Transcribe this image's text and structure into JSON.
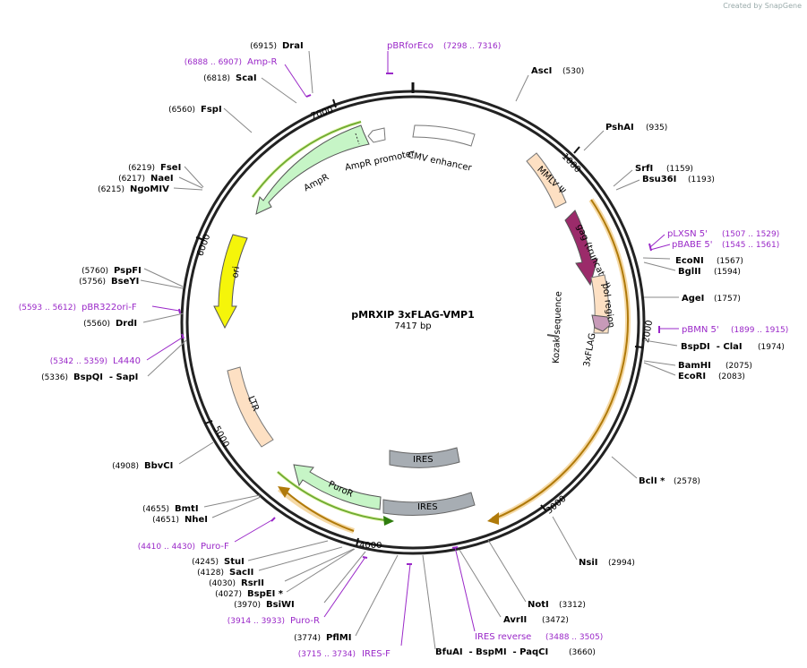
{
  "credit": "Created by  SnapGene",
  "plasmid": {
    "name": "pMRXIP 3xFLAG-VMP1",
    "size": "7417 bp",
    "length": 7417
  },
  "ticks": [
    "1000",
    "2000",
    "3000",
    "4000",
    "5000",
    "6000",
    "7000"
  ],
  "enzymes": [
    {
      "pos": "(530)",
      "name": "AscI"
    },
    {
      "pos": "(935)",
      "name": "PshAI"
    },
    {
      "pos": "(1159)",
      "name": "SrfI"
    },
    {
      "pos": "(1193)",
      "name": "Bsu36I"
    },
    {
      "pos": "(1567)",
      "name": "EcoNI"
    },
    {
      "pos": "(1594)",
      "name": "BglII"
    },
    {
      "pos": "(1757)",
      "name": "AgeI"
    },
    {
      "pos": "(1974)",
      "name": "BspDI  - ClaI"
    },
    {
      "pos": "(2075)",
      "name": "BamHI"
    },
    {
      "pos": "(2083)",
      "name": "EcoRI"
    },
    {
      "pos": "(2578)",
      "name": "BclI *"
    },
    {
      "pos": "(2994)",
      "name": "NsiI"
    },
    {
      "pos": "(3312)",
      "name": "NotI"
    },
    {
      "pos": "(3472)",
      "name": "AvrII"
    },
    {
      "pos": "(3660)",
      "name": "BfuAI  - BspMI  - PaqCI"
    },
    {
      "pos": "(3774)",
      "name": "PflMI"
    },
    {
      "pos": "(3970)",
      "name": "BsiWI"
    },
    {
      "pos": "(4027)",
      "name": "BspEI *"
    },
    {
      "pos": "(4030)",
      "name": "RsrII"
    },
    {
      "pos": "(4128)",
      "name": "SacII"
    },
    {
      "pos": "(4245)",
      "name": "StuI"
    },
    {
      "pos": "(4651)",
      "name": "NheI"
    },
    {
      "pos": "(4655)",
      "name": "BmtI"
    },
    {
      "pos": "(4908)",
      "name": "BbvCI"
    },
    {
      "pos": "(5336)",
      "name": "BspQI  - SapI"
    },
    {
      "pos": "(5560)",
      "name": "DrdI"
    },
    {
      "pos": "(5756)",
      "name": "BseYI"
    },
    {
      "pos": "(5760)",
      "name": "PspFI"
    },
    {
      "pos": "(6215)",
      "name": "NgoMIV"
    },
    {
      "pos": "(6217)",
      "name": "NaeI"
    },
    {
      "pos": "(6219)",
      "name": "FseI"
    },
    {
      "pos": "(6560)",
      "name": "FspI"
    },
    {
      "pos": "(6818)",
      "name": "ScaI"
    },
    {
      "pos": "(6915)",
      "name": "DraI"
    }
  ],
  "primers": [
    {
      "name": "pBRforEco",
      "range": "(7298 .. 7316)"
    },
    {
      "name": "pLXSN 5'",
      "range": "(1507 .. 1529)"
    },
    {
      "name": "pBABE 5'",
      "range": "(1545 .. 1561)"
    },
    {
      "name": "pBMN 5'",
      "range": "(1899 .. 1915)"
    },
    {
      "name": "IRES reverse",
      "range": "(3488 .. 3505)"
    },
    {
      "name": "IRES-F",
      "range": "(3715 .. 3734)"
    },
    {
      "name": "Puro-R",
      "range": "(3914 .. 3933)"
    },
    {
      "name": "Puro-F",
      "range": "(4410 .. 4430)"
    },
    {
      "name": "L4440",
      "range": "(5342 .. 5359)"
    },
    {
      "name": "pBR322ori-F",
      "range": "(5593 .. 5612)"
    },
    {
      "name": "Amp-R",
      "range": "(6888 .. 6907)"
    }
  ],
  "features": {
    "cmv_enhancer": "CMV enhancer",
    "mmlv": "MMLV Ψ",
    "gag": "gag (truncated)",
    "pol": "pol region",
    "kozak": "Kozak sequence",
    "flag": "3xFLAG",
    "ires1": "IRES",
    "ires2": "IRES",
    "puror": "PuroR",
    "ltr": "LTR",
    "ori": "ori",
    "ampr": "AmpR",
    "ampr_promoter": "AmpR promoter"
  },
  "colors": {
    "primer": "#9a28c8",
    "orf_gold": "#e8a23c",
    "green_arrow": "#2f7d0e",
    "mmlv": "#fde0c3",
    "gag": "#9b2b6a",
    "flag": "#c79ab8",
    "ires": "#a7adb3",
    "puror": "#c6f5c6",
    "ori": "#f5f50a",
    "ampr": "#c6f5c6"
  }
}
